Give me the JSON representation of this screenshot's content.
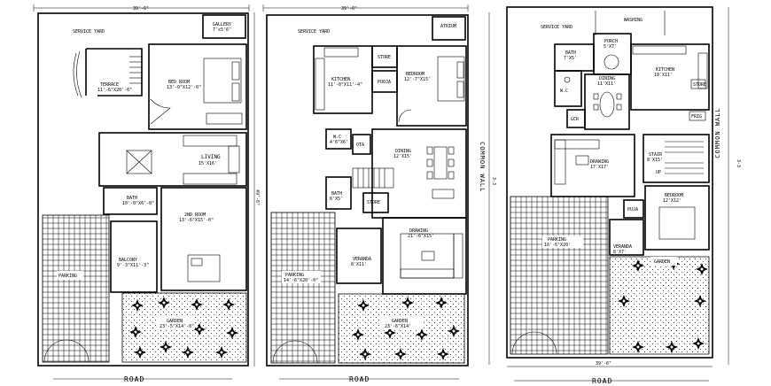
{
  "plans": [
    {
      "overall_width": "39'-6\"",
      "overall_depth": "49'-6\"",
      "road": "ROAD",
      "rooms": {
        "service_yard": "SERVICE YARD",
        "gallery": "GALLERY",
        "gallery_size": "7'x5'6\"",
        "terrace": "TERRACE",
        "terrace_size": "11'-6\"X20'-0\"",
        "bedroom": "BED ROOM",
        "bedroom_size": "13'-0\"X12'-0\"",
        "living": "LIVING",
        "living_size": "15'X16'",
        "bath": "BATH",
        "bath_size": "10'-0\"X6'-0\"",
        "bedroom2": "2ND ROOM",
        "bedroom2_size": "13'-6\"X15'-0\"",
        "balcony": "BALCONY",
        "balcony_size": "9'-3\"X11'-3\"",
        "parking": "PARKING",
        "garden": "GARDEN",
        "garden_size": "23'-5\"X14'-0\""
      }
    },
    {
      "overall_width": "39'-6\"",
      "road": "ROAD",
      "common_wall": "COMMON WALL",
      "section": "3-3",
      "rooms": {
        "service_yard": "SERVICE YARD",
        "atrium": "ATRIUM",
        "kitchen": "KITCHEN",
        "kitchen_size": "11'-0\"X11'-4\"",
        "store": "STORE",
        "pooja": "POOJA",
        "bedroom": "BEDROOM",
        "bedroom_size": "12'-7\"X15'",
        "wc": "W.C",
        "wc_size": "4'6\"X6'",
        "ota": "OTA",
        "dining": "DINING",
        "dining_size": "12'X15'",
        "bath": "BATH",
        "bath_size": "6'X5'",
        "store2": "STORE",
        "drawing": "DRAWING",
        "drawing_size": "21'-6\"X15'",
        "veranda": "VERANDA",
        "veranda_size": "8'X11'",
        "parking": "PARKING",
        "parking_size": "14'-6\"X20'-0\"",
        "garden": "GARDEN",
        "garden_size": "23'-6\"X14'"
      }
    },
    {
      "overall_width": "39'-6\"",
      "road": "ROAD",
      "common_wall": "COMMON WALL",
      "section": "3-3",
      "rooms": {
        "service_yard": "SERVICE YARD",
        "washing": "WASHING",
        "porch": "PORCH",
        "porch_size": "5'X7'",
        "bath": "BATH",
        "bath_size": "7'X5'",
        "kitchen": "KITCHEN",
        "kitchen_size": "10'X11'",
        "wc": "W.C",
        "dining": "DINING",
        "dining_size": "11'X11'",
        "store": "STORE",
        "gcr": "GCR",
        "frig": "FRIG",
        "drawing": "DRAWING",
        "drawing_size": "17'X17'",
        "stair": "STAIR",
        "stair_size": "8'X15'",
        "up": "UP",
        "bedroom": "BEDROOM",
        "bedroom_size": "12'X12'",
        "puja": "PUJA",
        "veranda": "VERANDA",
        "veranda_size": "8'X7'",
        "parking": "PARKING",
        "parking_size": "16'-6\"X20'",
        "garden": "GARDEN"
      }
    }
  ]
}
